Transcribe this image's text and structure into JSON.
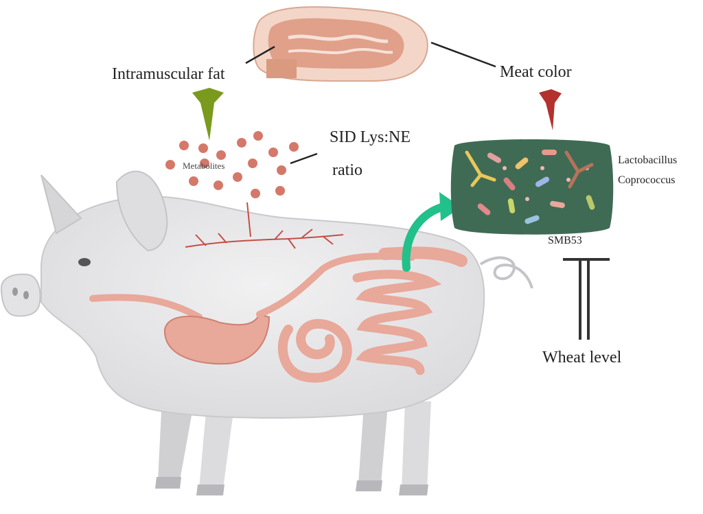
{
  "labels": {
    "intramuscular_fat": "Intramuscular fat",
    "meat_color": "Meat color",
    "sid_ratio_line1": "SID Lys:NE",
    "sid_ratio_line2": "ratio",
    "metabolites": "Metabolites",
    "bacteria_1": "Lactobacillus",
    "bacteria_2": "Coprococcus",
    "bacteria_3": "SMB53",
    "wheat_level": "Wheat level"
  },
  "colors": {
    "pig_body": "#e6e6e8",
    "pig_outline": "#c9c9cc",
    "intestine": "#e8a89a",
    "intestine_dark": "#cf7f72",
    "meat": "#e0a08a",
    "meat_fat": "#f3d6c8",
    "metabolite_dot": "#d4786a",
    "gut_box": "#3f6b55",
    "green_arrow": "#22c08a",
    "fat_arrow": "#7a9a1e",
    "color_arrow": "#b3322e",
    "inhibit_bar": "#333333"
  }
}
